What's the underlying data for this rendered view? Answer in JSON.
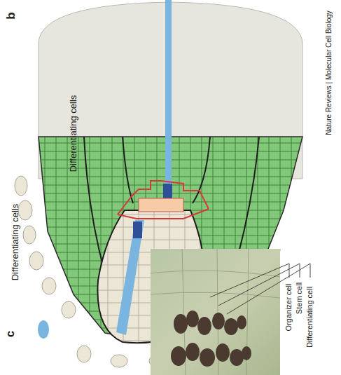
{
  "diagram": {
    "labels": [
      "b",
      "Differentiating cells",
      "Differentiating cells",
      "c",
      "Organizer cell",
      "Stem cell",
      "Differentiating cell",
      "Nature Reviews | Molecular Cell Biology"
    ]
  }
}
